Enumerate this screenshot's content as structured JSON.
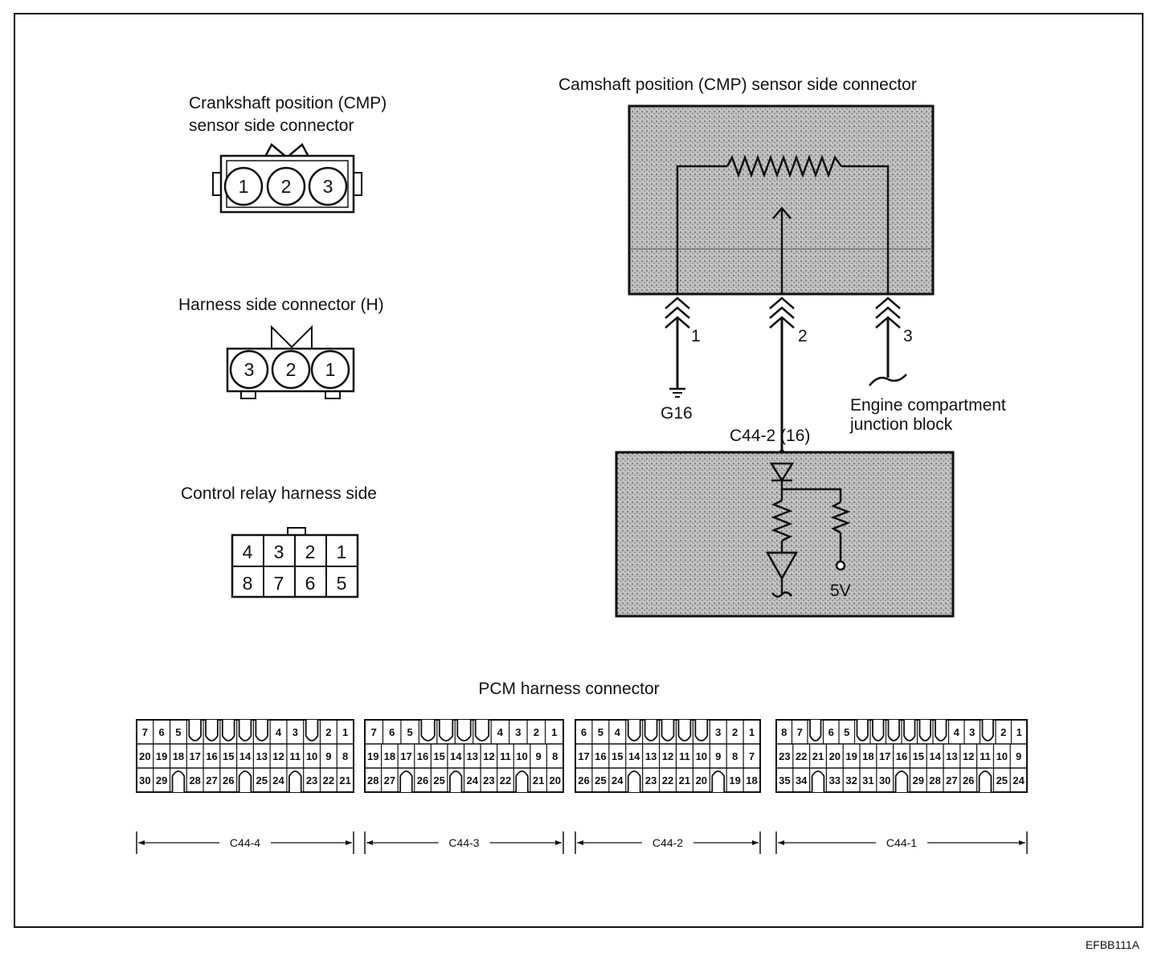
{
  "crank_connector": {
    "title_line1": "Crankshaft position (CMP)",
    "title_line2": "sensor side connector",
    "pins": [
      "1",
      "2",
      "3"
    ]
  },
  "harness_connector": {
    "title": "Harness side connector (H)",
    "pins": [
      "3",
      "2",
      "1"
    ]
  },
  "relay_connector": {
    "title": "Control relay harness side",
    "top_row": [
      "4",
      "3",
      "2",
      "1"
    ],
    "bottom_row": [
      "8",
      "7",
      "6",
      "5"
    ]
  },
  "schematic": {
    "title": "Camshaft position (CMP) sensor side connector",
    "pin1": "1",
    "pin2": "2",
    "pin3": "3",
    "ground_label": "G16",
    "jb_line1": "Engine compartment",
    "jb_line2": "junction block",
    "pcm_pin_label": "C44-2 (16)",
    "voltage_label": "5V"
  },
  "pcm": {
    "title": "PCM harness connector",
    "blocks": [
      {
        "label": "C44-4",
        "rows": [
          [
            "7",
            "6",
            "5",
            "",
            "",
            "",
            "",
            "",
            "4",
            "3",
            "",
            "2",
            "1"
          ],
          [
            "20",
            "19",
            "18",
            "17",
            "16",
            "15",
            "14",
            "13",
            "12",
            "11",
            "10",
            "9",
            "8"
          ],
          [
            "30",
            "29",
            "",
            "28",
            "27",
            "26",
            "",
            "25",
            "24",
            "",
            "23",
            "22",
            "21"
          ]
        ]
      },
      {
        "label": "C44-3",
        "rows": [
          [
            "7",
            "6",
            "5",
            "",
            "",
            "",
            "",
            "4",
            "3",
            "2",
            "1"
          ],
          [
            "19",
            "18",
            "17",
            "16",
            "15",
            "14",
            "13",
            "12",
            "11",
            "10",
            "9",
            "8"
          ],
          [
            "28",
            "27",
            "",
            "26",
            "25",
            "",
            "24",
            "23",
            "22",
            "",
            "21",
            "20"
          ]
        ]
      },
      {
        "label": "C44-2",
        "rows": [
          [
            "6",
            "5",
            "4",
            "",
            "",
            "",
            "",
            "",
            "3",
            "2",
            "1"
          ],
          [
            "17",
            "16",
            "15",
            "14",
            "13",
            "12",
            "11",
            "10",
            "9",
            "8",
            "7"
          ],
          [
            "26",
            "25",
            "24",
            "",
            "23",
            "22",
            "21",
            "20",
            "",
            "19",
            "18"
          ]
        ]
      },
      {
        "label": "C44-1",
        "rows": [
          [
            "8",
            "7",
            "",
            "6",
            "5",
            "",
            "",
            "",
            "",
            "",
            "",
            "4",
            "3",
            "",
            "2",
            "1"
          ],
          [
            "23",
            "22",
            "21",
            "20",
            "19",
            "18",
            "17",
            "16",
            "15",
            "14",
            "13",
            "12",
            "11",
            "10",
            "9"
          ],
          [
            "35",
            "34",
            "",
            "33",
            "32",
            "31",
            "30",
            "",
            "29",
            "28",
            "27",
            "26",
            "",
            "25",
            "24"
          ]
        ]
      }
    ]
  },
  "figure_code": "EFBB111A"
}
